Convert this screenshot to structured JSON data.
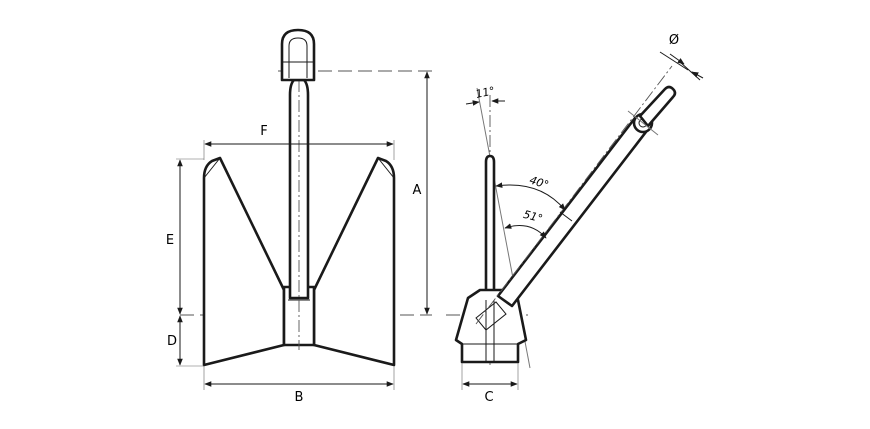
{
  "labels": {
    "A": "A",
    "B": "B",
    "C": "C",
    "D": "D",
    "E": "E",
    "F": "F",
    "diameter": "Ø",
    "angle_11": "11°",
    "angle_40": "40°",
    "angle_51": "51°"
  },
  "colors": {
    "line": "#1a1a1a",
    "background": "#ffffff"
  }
}
